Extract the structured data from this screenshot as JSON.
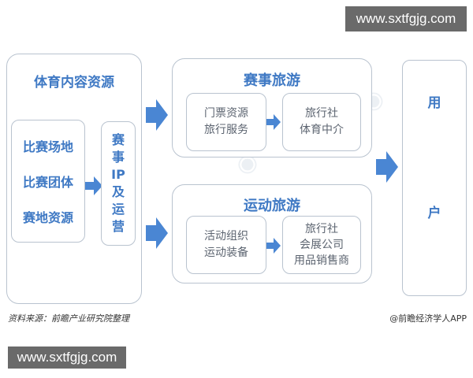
{
  "watermark_text": "www.sxtfgjg.com",
  "left_panel": {
    "title": "体育内容资源",
    "resources": [
      "比赛场地",
      "比赛团体",
      "赛地资源"
    ],
    "ip_box": [
      "赛",
      "事",
      "IP",
      "及",
      "运",
      "营"
    ]
  },
  "event_tourism": {
    "title": "赛事旅游",
    "box1": [
      "门票资源",
      "旅行服务"
    ],
    "box2": [
      "旅行社",
      "体育中介"
    ]
  },
  "sport_tourism": {
    "title": "运动旅游",
    "box1": [
      "活动组织",
      "运动装备"
    ],
    "box2": [
      "旅行社",
      "会展公司",
      "用品销售商"
    ]
  },
  "user_box": [
    "用",
    "户"
  ],
  "footer": {
    "source": "资料来源：前瞻产业研究院整理",
    "credit": "@前瞻经济学人APP"
  },
  "colors": {
    "arrow": "#4a86d3",
    "border": "#b9c3cf",
    "title_text": "#3f79c4",
    "body_text": "#5c6470",
    "watermark_bg": "#555555"
  }
}
